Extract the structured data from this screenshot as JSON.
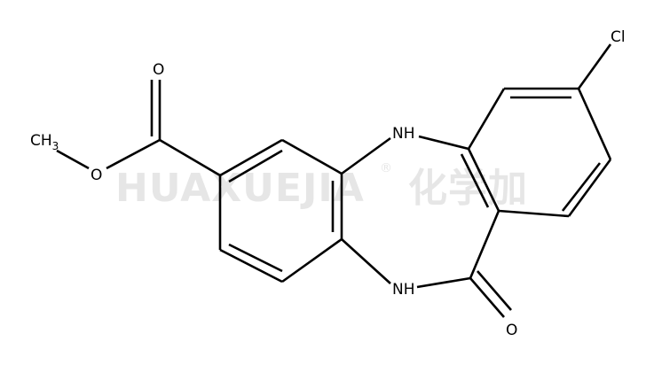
{
  "watermark": {
    "latin": "HUAXUEJIA",
    "registered": "®",
    "cjk": "化学加"
  },
  "atoms": {
    "chlorine": "Cl",
    "amine_top": "NH",
    "amine_bottom": "NH",
    "carbonyl_oxygen": "O",
    "ester_carbonyl_oxygen": "O",
    "ester_oxygen": "O",
    "methyl": "CH",
    "methyl_subscript": "3"
  }
}
